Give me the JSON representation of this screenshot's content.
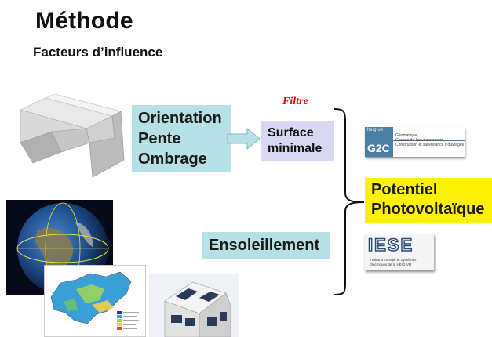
{
  "title": "Méthode",
  "subtitle": "Facteurs d’influence",
  "inputs_box": {
    "lines": [
      "Orientation",
      "Pente",
      "Ombrage"
    ]
  },
  "surface_box": {
    "lines": [
      "Surface",
      "minimale"
    ]
  },
  "filter_label": "Filtre",
  "sun_box": {
    "label": "Ensoleillement"
  },
  "result_box": {
    "lines": [
      "Potentiel",
      "Photovoltaïque"
    ]
  },
  "logos": {
    "g2c": {
      "tag": "heig-vd",
      "name": "G2C",
      "text": [
        "Géomatique,",
        "Gestion de l'environnement,",
        "Construction et surveillance d'ouvrages"
      ]
    },
    "iese": {
      "name": "IESE",
      "text": [
        "Institut d'Energie et Systèmes",
        "Electriques de la HEIG-VD"
      ]
    }
  },
  "colors": {
    "teal": "#b4e0e6",
    "lavender": "#d8d8f2",
    "yellow": "#fff200",
    "filter_red": "#cc1111",
    "g2c_blue": "#4a7fa6"
  },
  "icons": [
    "building-model-icon",
    "arrow-right-icon",
    "bracket-icon",
    "globe-image",
    "solar-map-image",
    "house-solar-image"
  ]
}
